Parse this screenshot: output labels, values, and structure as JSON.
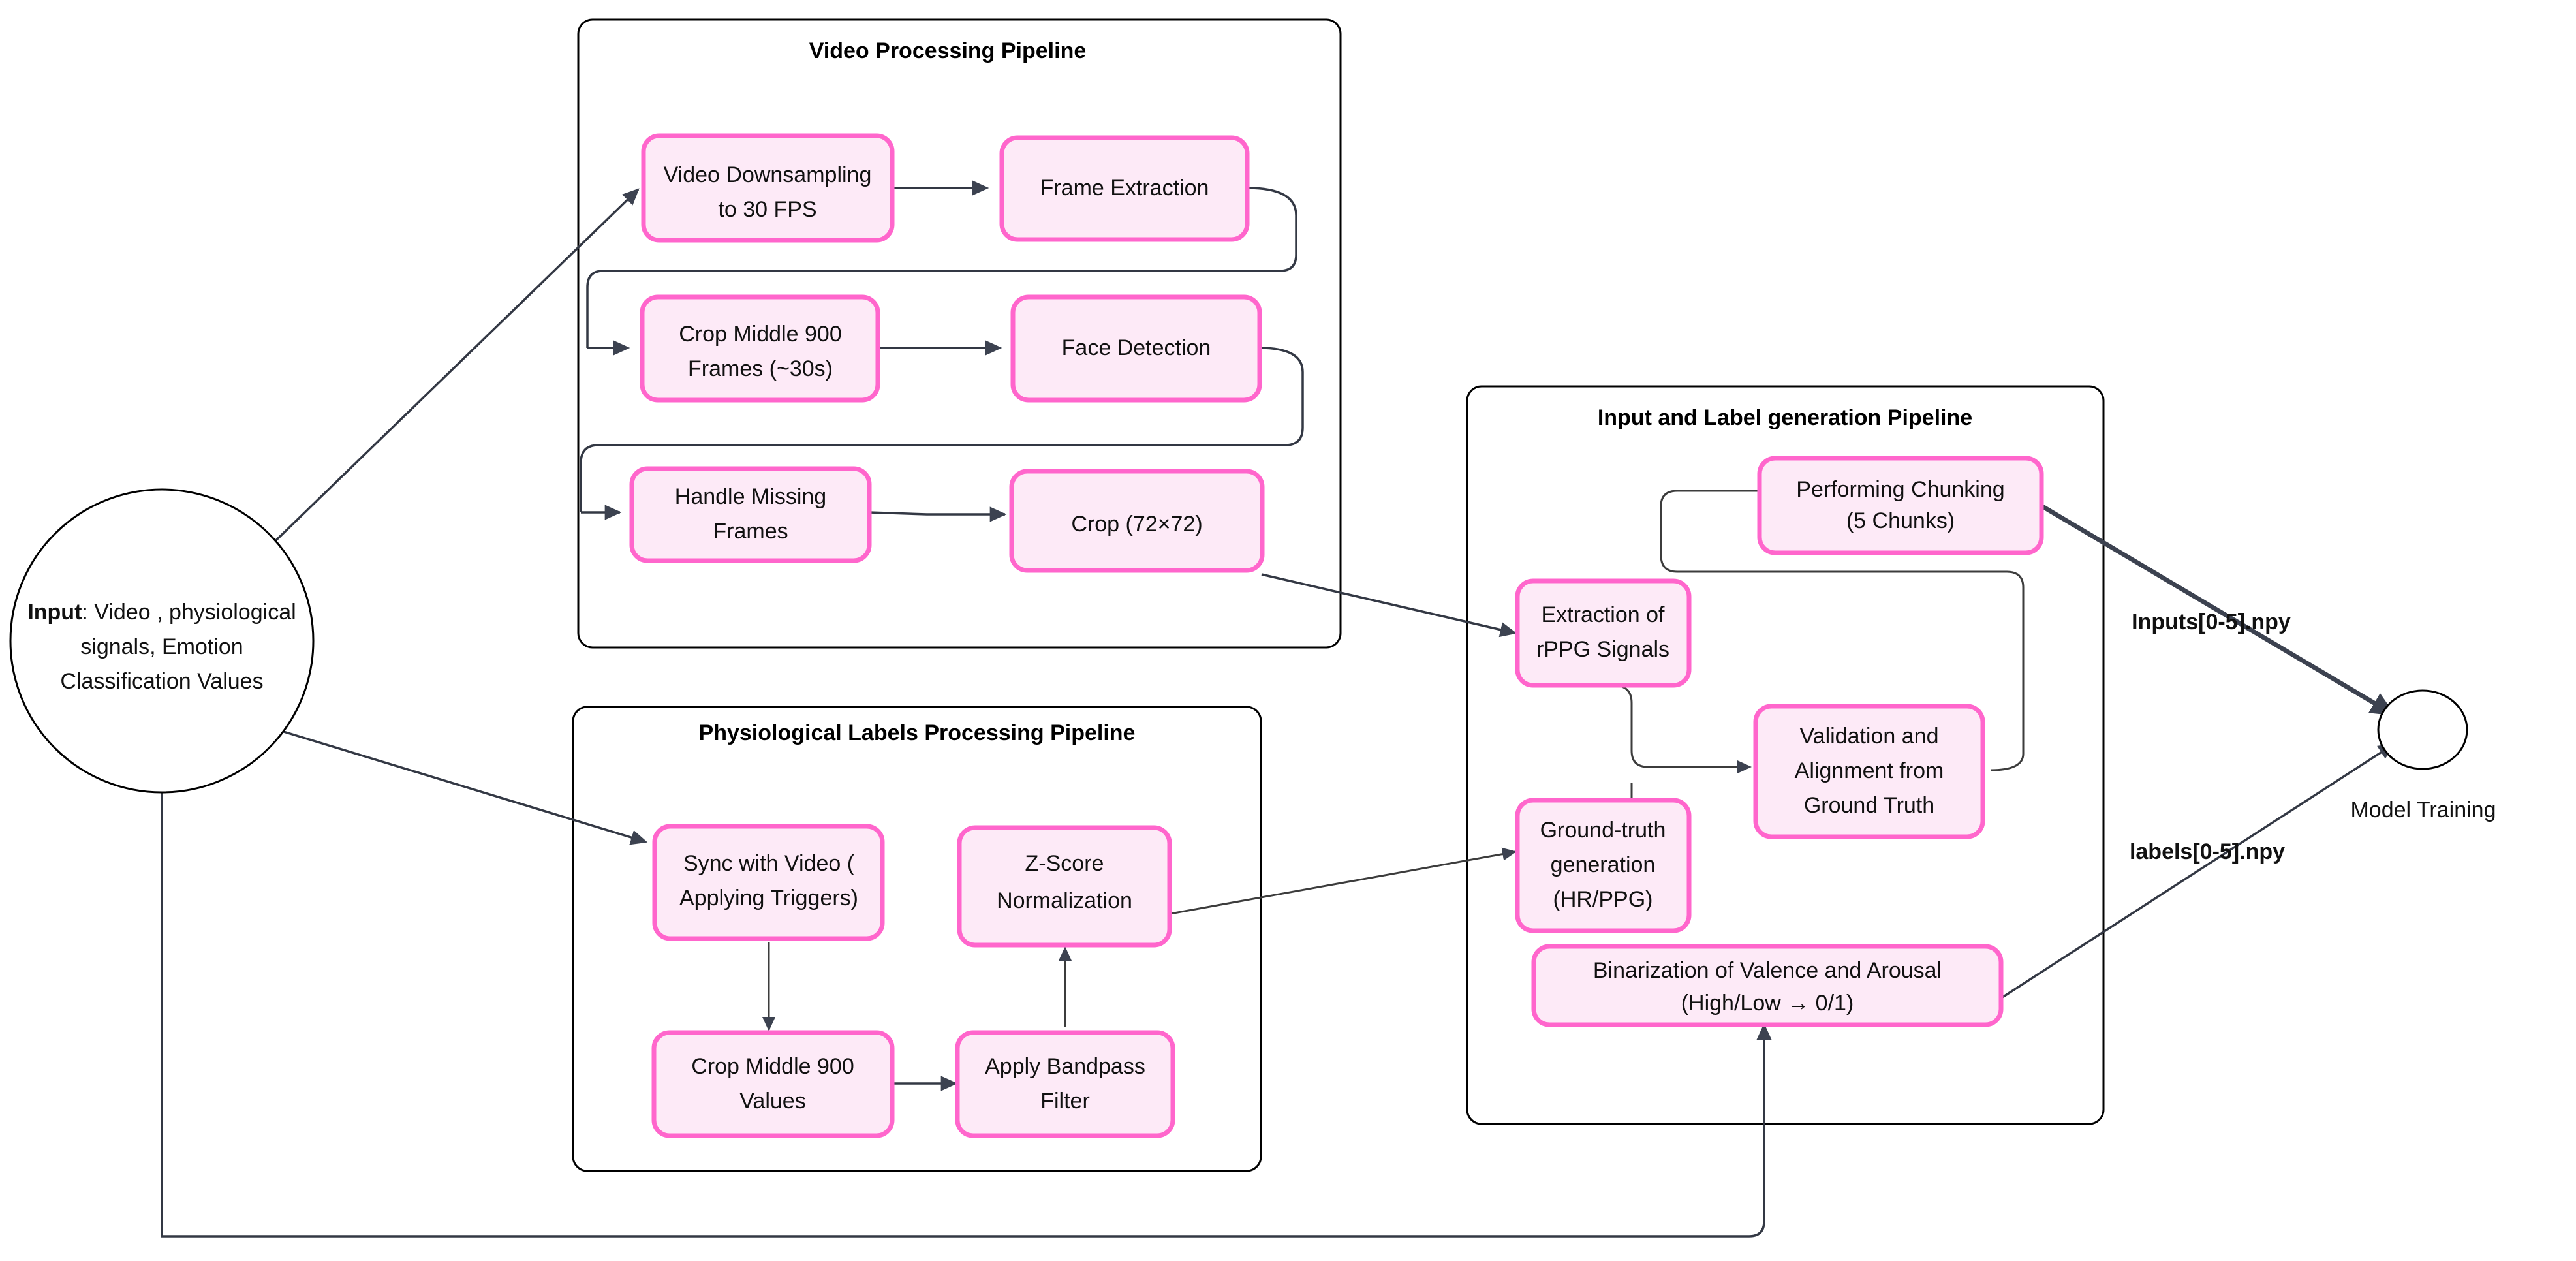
{
  "diagram": {
    "title_hidden": "",
    "clusters": [
      {
        "id": "video",
        "title": "Video Processing Pipeline"
      },
      {
        "id": "physio",
        "title": "Physiological Labels Processing Pipeline"
      },
      {
        "id": "gen",
        "title": "Input and Label generation Pipeline"
      }
    ],
    "start_node": {
      "label_bold": "Input",
      "label_rest": ": Video , physiological signals, Emotion Classification Values",
      "line1_bold": "Input",
      "line1_rest": ": Video , physiological",
      "line2": "signals, Emotion",
      "line3": "Classification Values"
    },
    "end_node": {
      "label": "Model Training"
    },
    "nodes": {
      "video_downsampling": {
        "line1": "Video Downsampling",
        "line2": "to 30 FPS"
      },
      "frame_extraction": {
        "line1": "Frame Extraction"
      },
      "crop_middle_frames": {
        "line1": "Crop Middle 900",
        "line2": "Frames (~30s)"
      },
      "face_detection": {
        "line1": "Face Detection"
      },
      "handle_missing_frames": {
        "line1": "Handle Missing",
        "line2": "Frames"
      },
      "crop_72": {
        "line1": "Crop (72×72)"
      },
      "sync_with_video": {
        "line1": "Sync with Video (",
        "line2": "Applying Triggers)"
      },
      "z_score": {
        "line1": "Z-Score",
        "line2": "Normalization"
      },
      "crop_middle_values": {
        "line1": "Crop Middle 900",
        "line2": "Values"
      },
      "bandpass": {
        "line1": "Apply Bandpass",
        "line2": "Filter"
      },
      "performing_chunking": {
        "line1": "Performing Chunking",
        "line2": "(5 Chunks)"
      },
      "extraction_rppg": {
        "line1": "Extraction of",
        "line2": "rPPG Signals"
      },
      "validation_alignment": {
        "line1": "Validation and",
        "line2": "Alignment from",
        "line3": "Ground Truth"
      },
      "ground_truth_gen": {
        "line1": "Ground-truth",
        "line2": "generation",
        "line3": "(HR/PPG)"
      },
      "binarization": {
        "line1": "Binarization of Valence and Arousal",
        "line2": "(High/Low → 0/1)"
      }
    },
    "edge_labels": {
      "inputs_npy": "Inputs[0-5].npy",
      "labels_npy": "labels[0-5].npy"
    },
    "colors": {
      "node_fill": "#fdeaf7",
      "node_stroke": "#ff66cc",
      "cluster_stroke": "#000000",
      "edge_stroke": "#333844",
      "text": "#111111",
      "background": "#ffffff"
    }
  }
}
